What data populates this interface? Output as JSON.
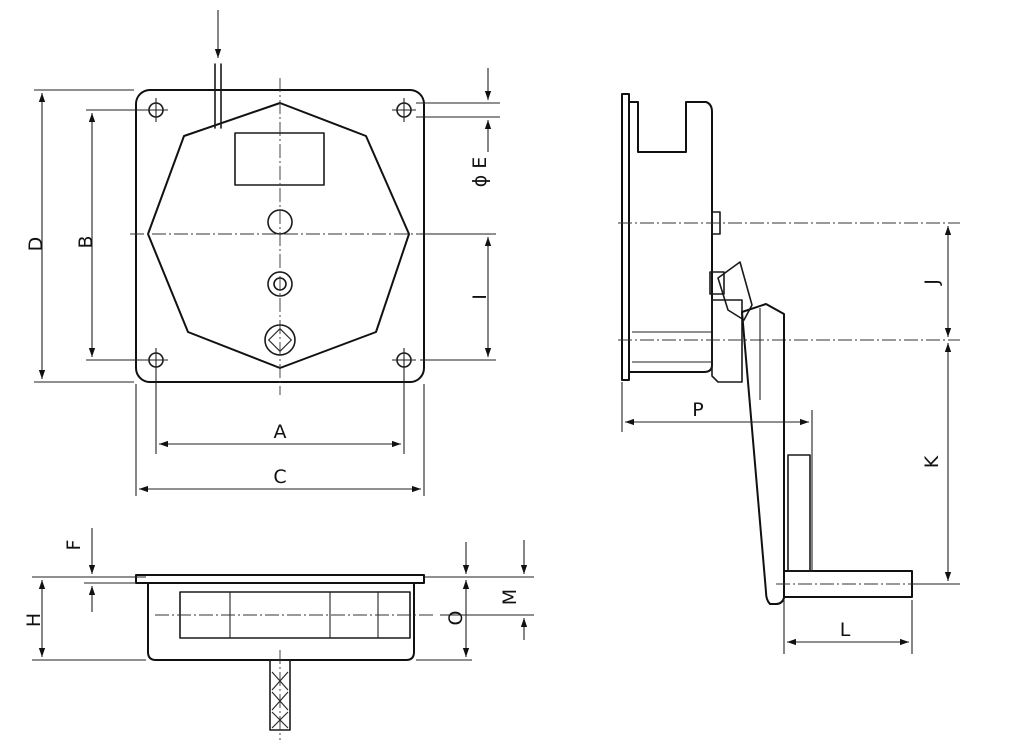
{
  "labels": {
    "A": "A",
    "B": "B",
    "C": "C",
    "D": "D",
    "E": "ϕ E",
    "F": "F",
    "H": "H",
    "I": "I",
    "J": "J",
    "K": "K",
    "L": "L",
    "M": "M",
    "O": "O",
    "P": "P"
  }
}
